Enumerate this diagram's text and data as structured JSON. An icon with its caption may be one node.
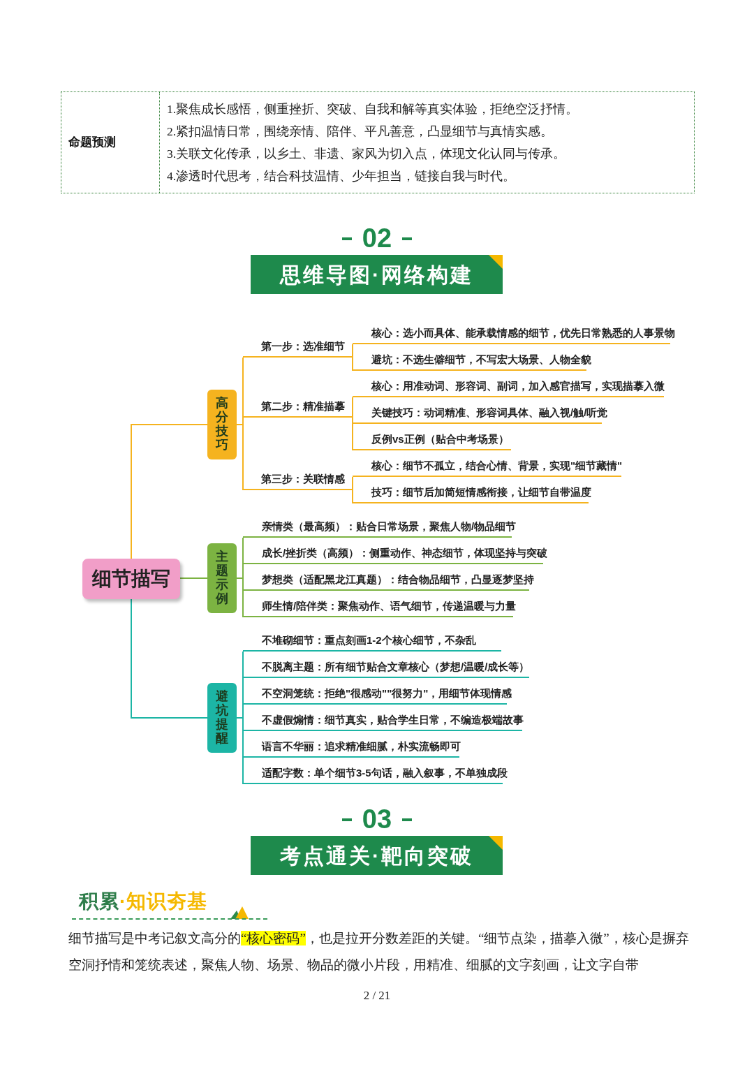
{
  "diagram": {
    "nodes": [
      {
        "text": [
          "细节描写"
        ]
      },
      {
        "text": [
          "高分技巧"
        ]
      },
      {
        "text": [
          "第一步：选准细节"
        ]
      },
      {
        "text": [
          "核心：选小而具体、能承载情感的细节，优先日常熟悉的人事景物"
        ]
      },
      {
        "text": [
          "避坑：不选生僻细节，不写宏大场景、人物全貌"
        ]
      },
      {
        "text": [
          "第二步：精准描摹"
        ]
      },
      {
        "text": [
          "核心：用准动词、形容词、副词，加入感官描写，实现描摹入微"
        ]
      },
      {
        "text": [
          "关键技巧：动词精准、形容词具体、融入视/触/听觉"
        ]
      },
      {
        "text": [
          "反例vs正例（贴合中考场景）"
        ]
      },
      {
        "text": [
          "第三步：关联情感"
        ]
      },
      {
        "text": [
          "核心：细节不孤立，结合心情、背景，实现\"细节藏情\""
        ]
      },
      {
        "text": [
          "技巧：细节后加简短情感衔接，让细节自带温度"
        ]
      },
      {
        "text": [
          "主题示例"
        ]
      },
      {
        "text": [
          "亲情类（最高频）：贴合日常场景，聚焦人物/物品细节"
        ]
      },
      {
        "text": [
          "成长/挫折类（高频）：侧重动作、神态细节，体现坚持与突破"
        ]
      },
      {
        "text": [
          "梦想类（适配黑龙江真题）：结合物品细节，凸显逐梦坚持"
        ]
      },
      {
        "text": [
          "师生情/陪伴类：聚焦动作、语气细节，传递温暖与力量"
        ]
      },
      {
        "text": [
          "避坑提醒"
        ]
      },
      {
        "text": [
          "不堆砌细节：重点刻画1-2个核心细节，不杂乱"
        ]
      },
      {
        "text": [
          "不脱离主题：所有细节贴合文章核心（梦想/温暖/成长等）"
        ]
      },
      {
        "text": [
          "不空洞笼统：拒绝\"很感动\"\"很努力\"，用细节体现情感"
        ]
      },
      {
        "text": [
          "不虚假煽情：细节真实，贴合学生日常，不编造极端故事"
        ]
      },
      {
        "text": [
          "语言不华丽：追求精准细腻，朴实流畅即可"
        ]
      },
      {
        "text": [
          "适配字数：单个细节3-5句话，融入叙事，不单独成段"
        ]
      }
    ],
    "edges": [
      {
        "from": 0,
        "to": 1,
        "arrow": "none"
      },
      {
        "from": 1,
        "to": 2,
        "arrow": "none"
      },
      {
        "from": 2,
        "to": 3,
        "arrow": "none"
      },
      {
        "from": 2,
        "to": 4,
        "arrow": "none"
      },
      {
        "from": 1,
        "to": 5,
        "arrow": "none"
      },
      {
        "from": 5,
        "to": 6,
        "arrow": "none"
      },
      {
        "from": 5,
        "to": 7,
        "arrow": "none"
      },
      {
        "from": 5,
        "to": 8,
        "arrow": "none"
      },
      {
        "from": 1,
        "to": 9,
        "arrow": "none"
      },
      {
        "from": 9,
        "to": 10,
        "arrow": "none"
      },
      {
        "from": 9,
        "to": 11,
        "arrow": "none"
      },
      {
        "from": 0,
        "to": 12,
        "arrow": "none",
        "color": "#7cb342"
      },
      {
        "from": 12,
        "to": 13,
        "arrow": "none",
        "color": "#7cb342"
      },
      {
        "from": 12,
        "to": 14,
        "arrow": "none",
        "color": "#7cb342"
      },
      {
        "from": 12,
        "to": 15,
        "arrow": "none",
        "color": "#7cb342"
      },
      {
        "from": 12,
        "to": 16,
        "arrow": "none",
        "color": "#7cb342"
      },
      {
        "from": 0,
        "to": 17,
        "arrow": "none",
        "color": "#1cb5a5"
      },
      {
        "from": 17,
        "to": 18,
        "arrow": "none",
        "color": "#1cb5a5"
      },
      {
        "from": 17,
        "to": 19,
        "arrow": "none",
        "color": "#1cb5a5"
      },
      {
        "from": 17,
        "to": 20,
        "arrow": "none",
        "color": "#1cb5a5"
      },
      {
        "from": 17,
        "to": 21,
        "arrow": "none",
        "color": "#1cb5a5"
      },
      {
        "from": 17,
        "to": 22,
        "arrow": "none",
        "color": "#1cb5a5"
      },
      {
        "from": 17,
        "to": 23,
        "arrow": "none",
        "color": "#1cb5a5"
      }
    ],
    "labels": [
      "命题预测",
      "1.聚焦成长感悟，侧重挫折、突破、自我和解等真实体验，拒绝空泛抒情。",
      "2.紧扣温情日常，围绕亲情、陪伴、平凡善意，凸显细节与真情实感。",
      "3.关联文化传承，以乡土、非遗、家风为切入点，体现文化认同与传承。",
      "4.渗透时代思考，结合科技温情、少年担当，链接自我与时代。",
      "02",
      "思维导图·网络构建",
      "03",
      "考点通关·靶向突破",
      "**积累**·知识夯基",
      "细节描写是中考记叙文高分的**“核心密码”**，也是拉开分数差距的关键。“细节点染，描摹入微”，核心是摒弃空洞抒情和笼统表述，聚焦人物、场景、物品的微小片段，用精准、细腻的文字刻画，让文字自带",
      "2 / 21"
    ]
  }
}
